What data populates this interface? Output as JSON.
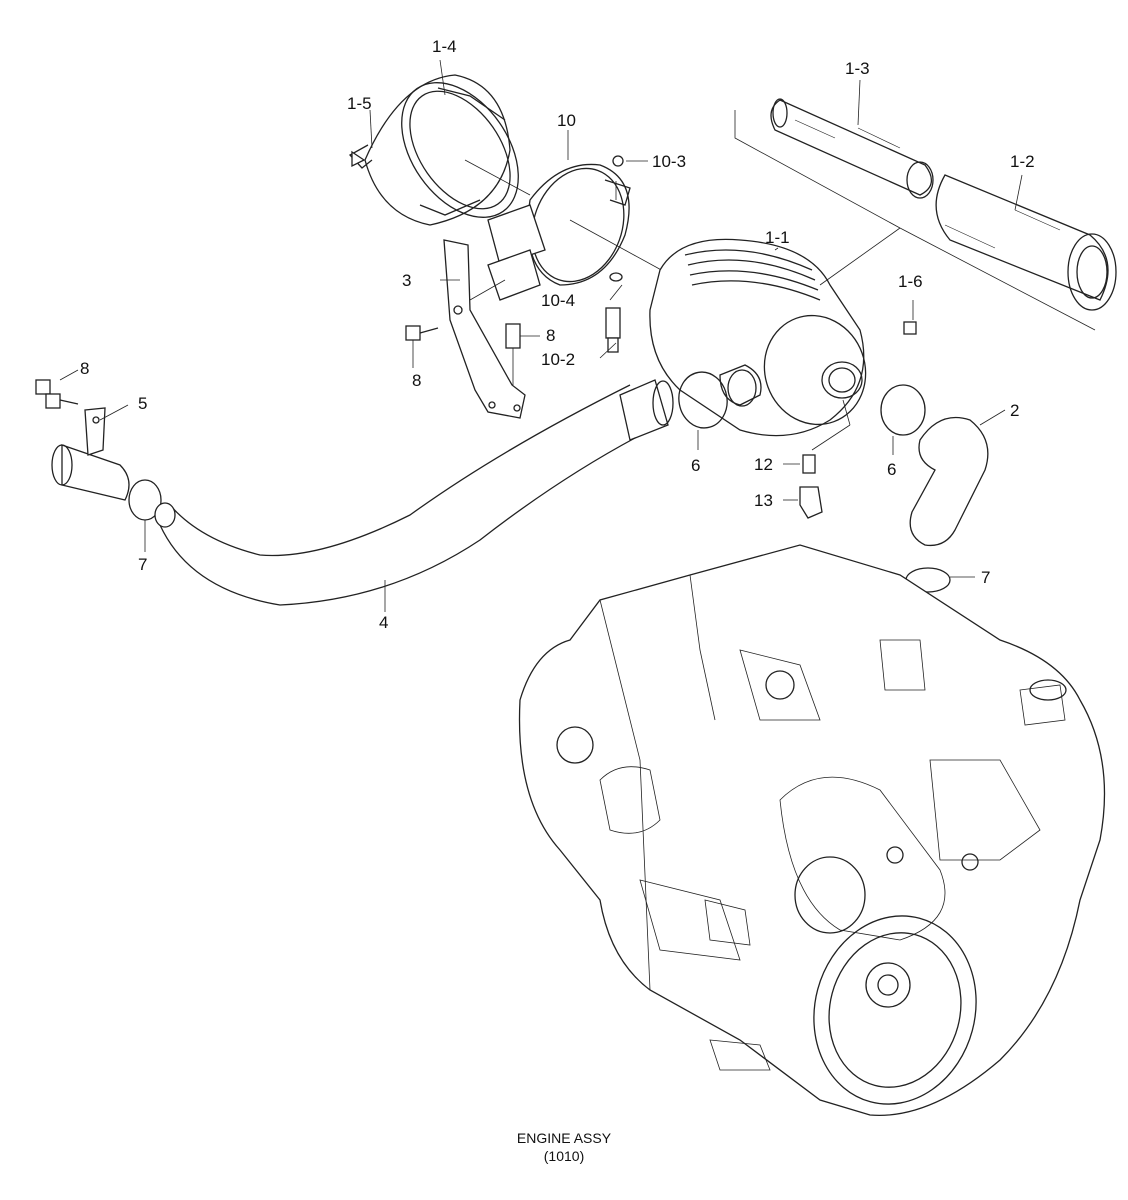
{
  "labels": {
    "p1_1": "1-1",
    "p1_2": "1-2",
    "p1_3": "1-3",
    "p1_4": "1-4",
    "p1_5": "1-5",
    "p1_6": "1-6",
    "p2": "2",
    "p3": "3",
    "p4": "4",
    "p5": "5",
    "p6a": "6",
    "p6b": "6",
    "p7a": "7",
    "p7b": "7",
    "p8a": "8",
    "p8b": "8",
    "p8c": "8",
    "p10": "10",
    "p10_2": "10-2",
    "p10_3": "10-3",
    "p10_4": "10-4",
    "p12": "12",
    "p13": "13"
  },
  "caption": {
    "line1": "ENGINE ASSY",
    "line2": "(1010)"
  }
}
